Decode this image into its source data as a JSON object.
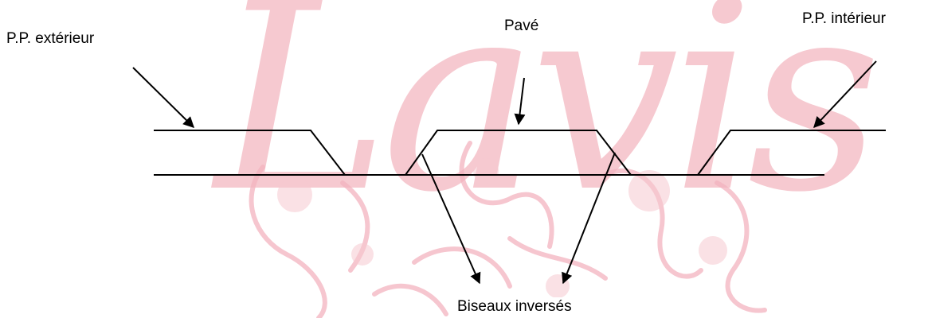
{
  "watermark": {
    "text": "Lavis",
    "color": "#f6c9d0"
  },
  "labels": {
    "exterior": "P.P. extérieur",
    "pave": "Pavé",
    "interior": "P.P. intérieur",
    "biseaux": "Biseaux inversés"
  },
  "colors": {
    "line": "#000000",
    "watermark_art": "#f3b3bf"
  }
}
